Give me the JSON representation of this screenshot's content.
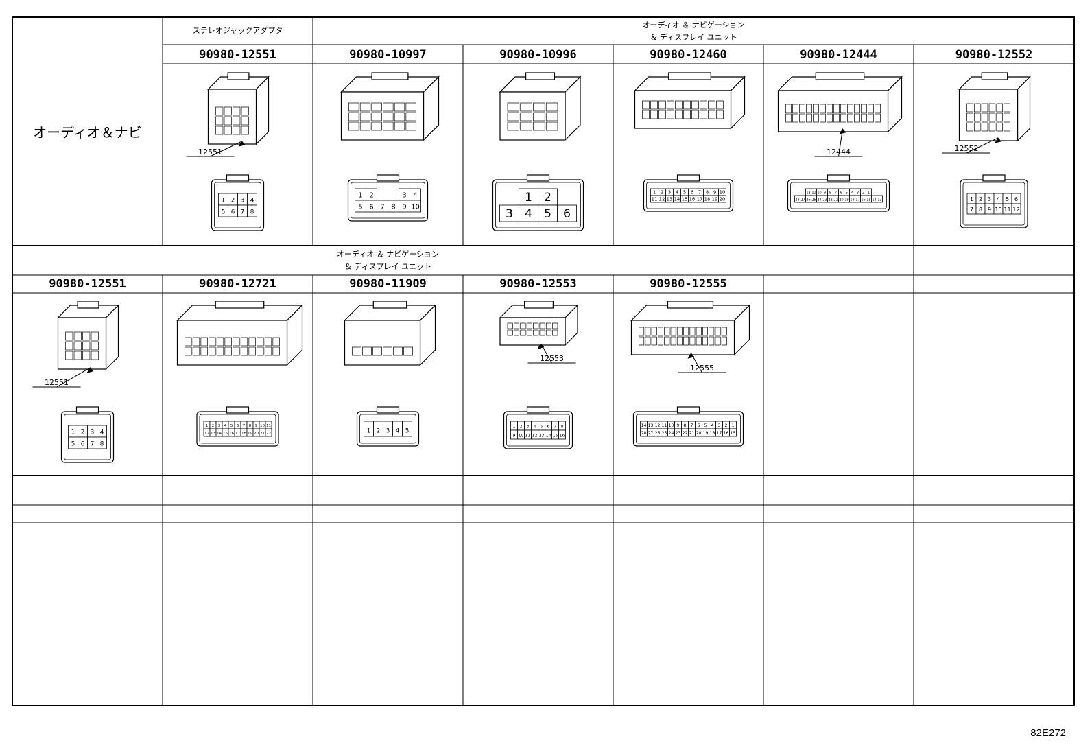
{
  "section_label": "オーディオ＆ナビ",
  "row1": {
    "group_a": "ステレオジャックアダプタ",
    "group_b": [
      "オーディオ ＆ ナビゲーション",
      "＆ ディスプレイ ユニット"
    ],
    "parts": [
      {
        "code": "90980-12551",
        "callout": "12551",
        "pins": [
          [
            "1",
            "2",
            "3",
            "4"
          ],
          [
            "5",
            "6",
            "7",
            "8"
          ]
        ]
      },
      {
        "code": "90980-10997",
        "pins": [
          [
            "1",
            "2",
            "",
            "",
            "3",
            "4"
          ],
          [
            "5",
            "6",
            "7",
            "8",
            "9",
            "10"
          ]
        ]
      },
      {
        "code": "90980-10996",
        "pins": [
          [
            "1",
            "2"
          ],
          [
            "3",
            "4",
            "5",
            "6"
          ]
        ]
      },
      {
        "code": "90980-12460",
        "pins": [
          [
            "1",
            "2",
            "3",
            "4",
            "5",
            "6",
            "7",
            "8",
            "9",
            "10"
          ],
          [
            "11",
            "12",
            "13",
            "14",
            "15",
            "16",
            "17",
            "18",
            "19",
            "20"
          ]
        ]
      },
      {
        "code": "90980-12444",
        "callout": "12444",
        "pins": [
          [
            "12",
            "11",
            "10",
            "9",
            "8",
            "7",
            "6",
            "5",
            "4",
            "3",
            "2",
            "1"
          ],
          [
            "28",
            "27",
            "26",
            "25",
            "24",
            "23",
            "22",
            "21",
            "20",
            "19",
            "18",
            "17",
            "16",
            "15",
            "14",
            "13"
          ]
        ]
      },
      {
        "code": "90980-12552",
        "callout": "12552",
        "pins": [
          [
            "1",
            "2",
            "3",
            "4",
            "5",
            "6"
          ],
          [
            "7",
            "8",
            "9",
            "10",
            "11",
            "12"
          ]
        ]
      }
    ]
  },
  "row2": {
    "group": [
      "オーディオ ＆ ナビゲーション",
      "＆ ディスプレイ ユニット"
    ],
    "parts": [
      {
        "code": "90980-12551",
        "callout": "12551",
        "pins": [
          [
            "1",
            "2",
            "3",
            "4"
          ],
          [
            "5",
            "6",
            "7",
            "8"
          ]
        ]
      },
      {
        "code": "90980-12721",
        "pins": [
          [
            "1",
            "2",
            "3",
            "4",
            "5",
            "6",
            "7",
            "8",
            "9",
            "10",
            "11"
          ],
          [
            "12",
            "13",
            "14",
            "15",
            "16",
            "17",
            "18",
            "19",
            "20",
            "21",
            "22"
          ]
        ]
      },
      {
        "code": "90980-11909",
        "pins": [
          [
            "1",
            "2",
            "3",
            "4",
            "5"
          ]
        ]
      },
      {
        "code": "90980-12553",
        "callout": "12553",
        "pins": [
          [
            "1",
            "2",
            "3",
            "4",
            "5",
            "6",
            "7",
            "8"
          ],
          [
            "9",
            "10",
            "11",
            "12",
            "13",
            "14",
            "15",
            "16"
          ]
        ]
      },
      {
        "code": "90980-12555",
        "callout": "12555",
        "pins": [
          [
            "14",
            "13",
            "12",
            "11",
            "10",
            "9",
            "8",
            "7",
            "6",
            "5",
            "4",
            "3",
            "2",
            "1"
          ],
          [
            "28",
            "27",
            "26",
            "25",
            "24",
            "23",
            "22",
            "21",
            "20",
            "19",
            "18",
            "17",
            "16",
            "15"
          ]
        ]
      }
    ]
  },
  "figure_ref": "82E272"
}
